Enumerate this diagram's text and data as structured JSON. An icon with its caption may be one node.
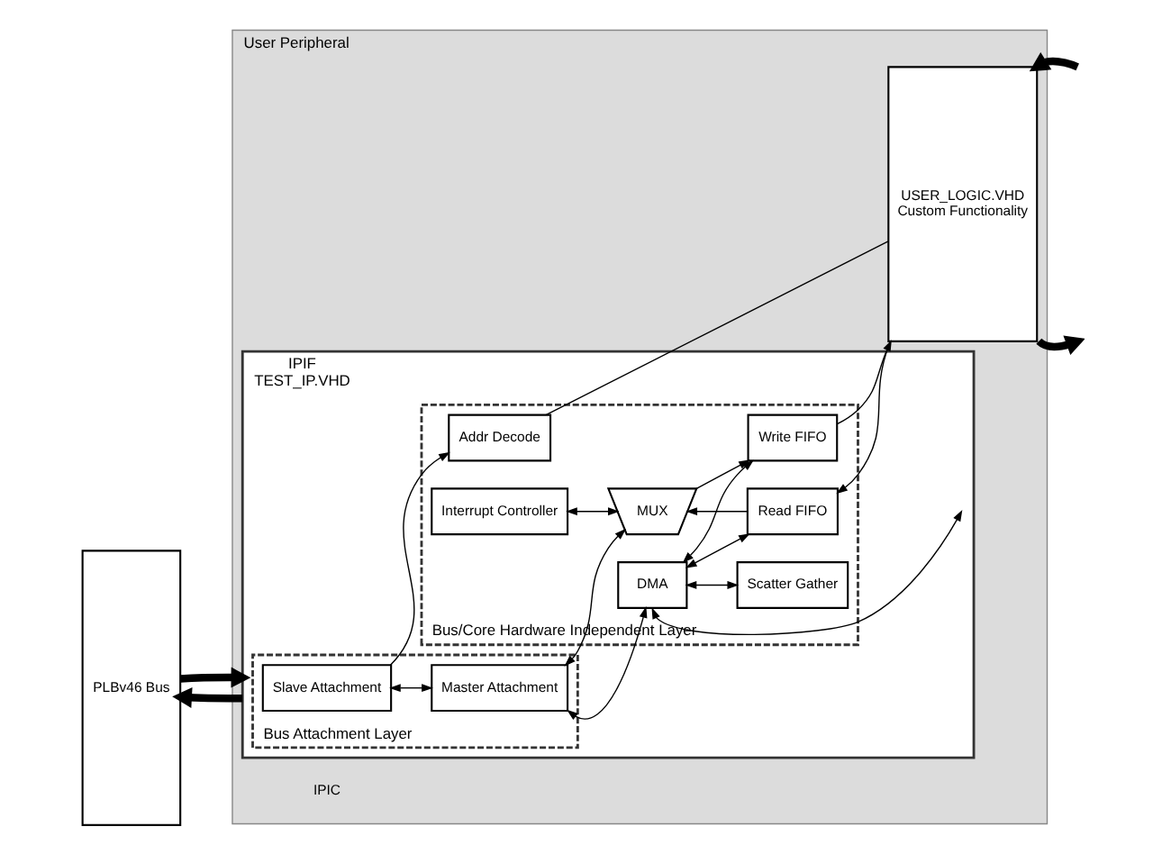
{
  "diagram": {
    "nodes": [
      {
        "text": [
          "PLBv46 Bus"
        ]
      },
      {
        "text": [
          "User Peripheral"
        ]
      },
      {
        "text": [
          "IPIF",
          "TEST_IP.VHD"
        ],
        "in": 1
      },
      {
        "text": [
          "Bus Attachment Layer"
        ],
        "in": 2
      },
      {
        "text": [
          "Slave Attachment"
        ],
        "in": 3
      },
      {
        "text": [
          "Master Attachment"
        ],
        "in": 3
      },
      {
        "text": [
          "Bus/Core Hardware Independent Layer"
        ],
        "in": 2
      },
      {
        "text": [
          "Interrupt Controller"
        ],
        "in": 6
      },
      {
        "text": [
          "Addr Decode"
        ],
        "in": 6
      },
      {
        "text": [
          "MUX"
        ],
        "in": 6
      },
      {
        "text": [
          "Write FIFO"
        ],
        "in": 6
      },
      {
        "text": [
          "Read FIFO"
        ],
        "in": 6
      },
      {
        "text": [
          "DMA"
        ],
        "in": 6
      },
      {
        "text": [
          "Scatter Gather"
        ],
        "in": 6
      },
      {
        "text": [
          "USER_LOGIC.VHD",
          "Custom Functionality"
        ],
        "in": 1
      }
    ],
    "edges": [
      {
        "from": 2,
        "to": 0,
        "arrow": "to",
        "style": "thick"
      },
      {
        "from": 0,
        "to": 2,
        "arrow": "to",
        "style": "thick"
      },
      {
        "from": null,
        "to": 14,
        "arrow": "to",
        "style": "thick"
      },
      {
        "from": 14,
        "to": null,
        "arrow": "to",
        "style": "thick"
      },
      {
        "from": 4,
        "to": 5,
        "arrow": "both"
      },
      {
        "from": 4,
        "to": 8,
        "arrow": "to"
      },
      {
        "from": 7,
        "to": 9,
        "arrow": "both"
      },
      {
        "from": 9,
        "to": 10,
        "arrow": "to"
      },
      {
        "from": 10,
        "to": 14,
        "arrow": "to"
      },
      {
        "from": 14,
        "to": 11,
        "arrow": "to"
      },
      {
        "from": 11,
        "to": 9,
        "arrow": "to"
      },
      {
        "from": 5,
        "to": 9,
        "arrow": "both"
      },
      {
        "from": 5,
        "to": 12,
        "arrow": "both"
      },
      {
        "from": 12,
        "to": 10,
        "arrow": "both"
      },
      {
        "from": 12,
        "to": 11,
        "arrow": "both"
      },
      {
        "from": 12,
        "to": 13,
        "arrow": "both"
      },
      {
        "from": 12,
        "to": 2,
        "arrow": "both"
      },
      {
        "from": 8,
        "to": 14,
        "arrow": "none"
      }
    ],
    "labels": [
      "IPIC"
    ]
  }
}
